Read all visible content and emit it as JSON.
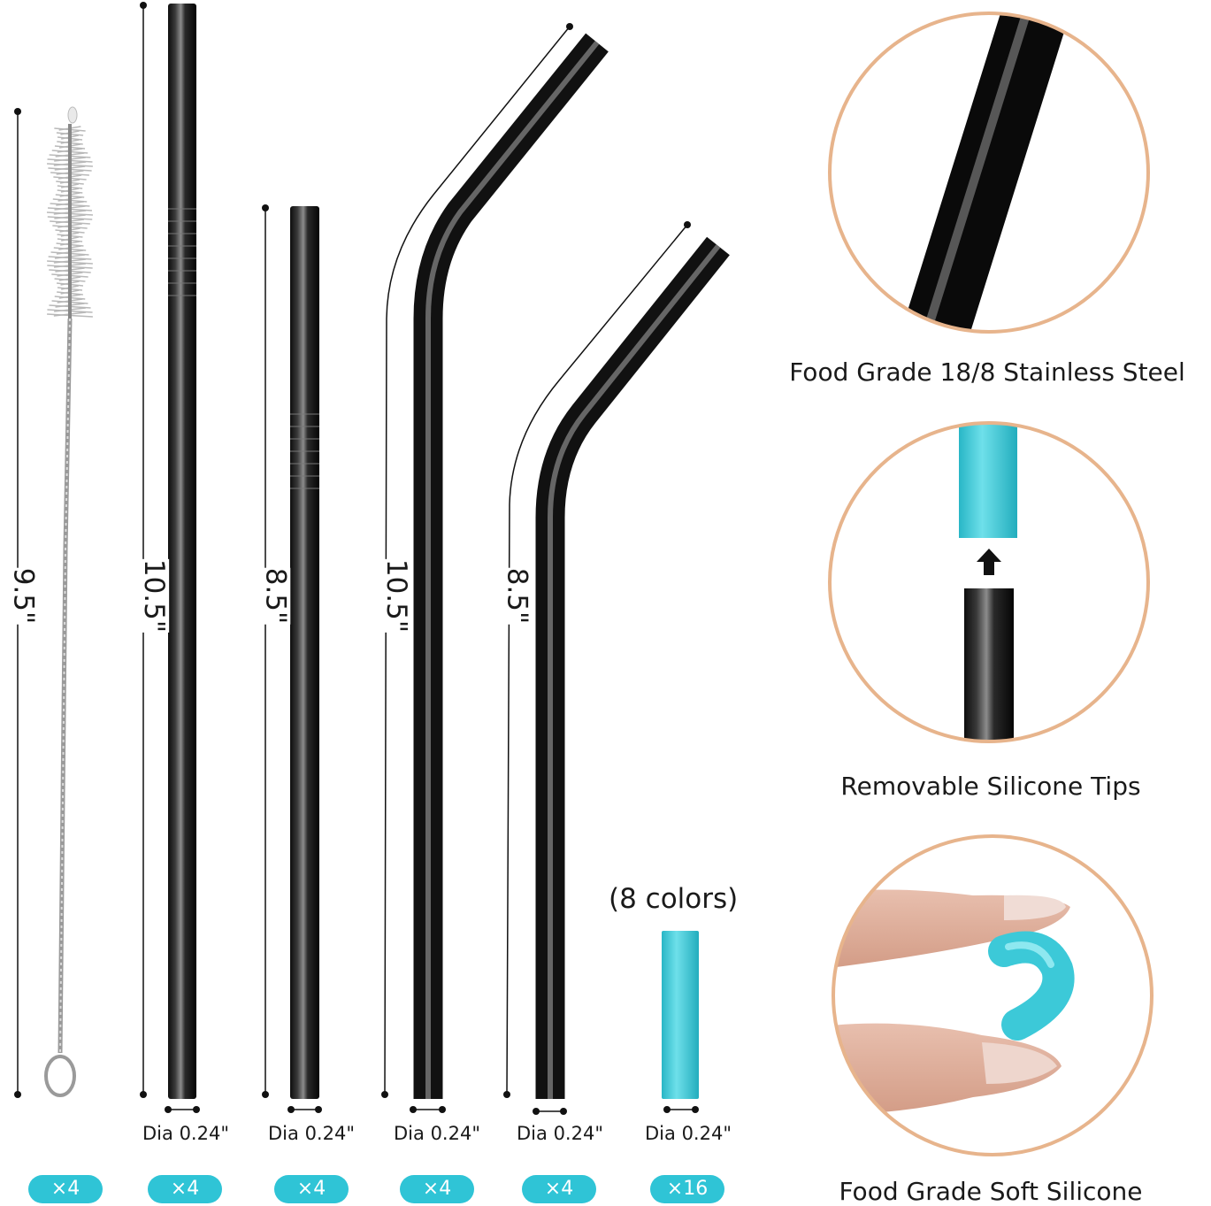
{
  "products": [
    {
      "id": "brush",
      "length_label": "9.5\"",
      "quantity_label": "×4"
    },
    {
      "id": "straight-long",
      "length_label": "10.5\"",
      "diameter_label": "Dia 0.24\"",
      "quantity_label": "×4"
    },
    {
      "id": "straight-short",
      "length_label": "8.5\"",
      "diameter_label": "Dia 0.24\"",
      "quantity_label": "×4"
    },
    {
      "id": "bent-long",
      "length_label": "10.5\"",
      "diameter_label": "Dia 0.24\"",
      "quantity_label": "×4"
    },
    {
      "id": "bent-short",
      "length_label": "8.5\"",
      "diameter_label": "Dia 0.24\"",
      "quantity_label": "×4"
    },
    {
      "id": "silicone-tip",
      "colors_label": "(8 colors)",
      "diameter_label": "Dia 0.24\"",
      "quantity_label": "×16"
    }
  ],
  "features": [
    {
      "title": "Food Grade 18/8 Stainless Steel"
    },
    {
      "title": "Removable Silicone Tips"
    },
    {
      "title": "Food Grade Soft Silicone"
    }
  ],
  "colors": {
    "badge": "#2fc4d6",
    "silicone": "#3cc9d8",
    "circle_border": "#e7b48c",
    "steel": "#1c1c1c"
  }
}
